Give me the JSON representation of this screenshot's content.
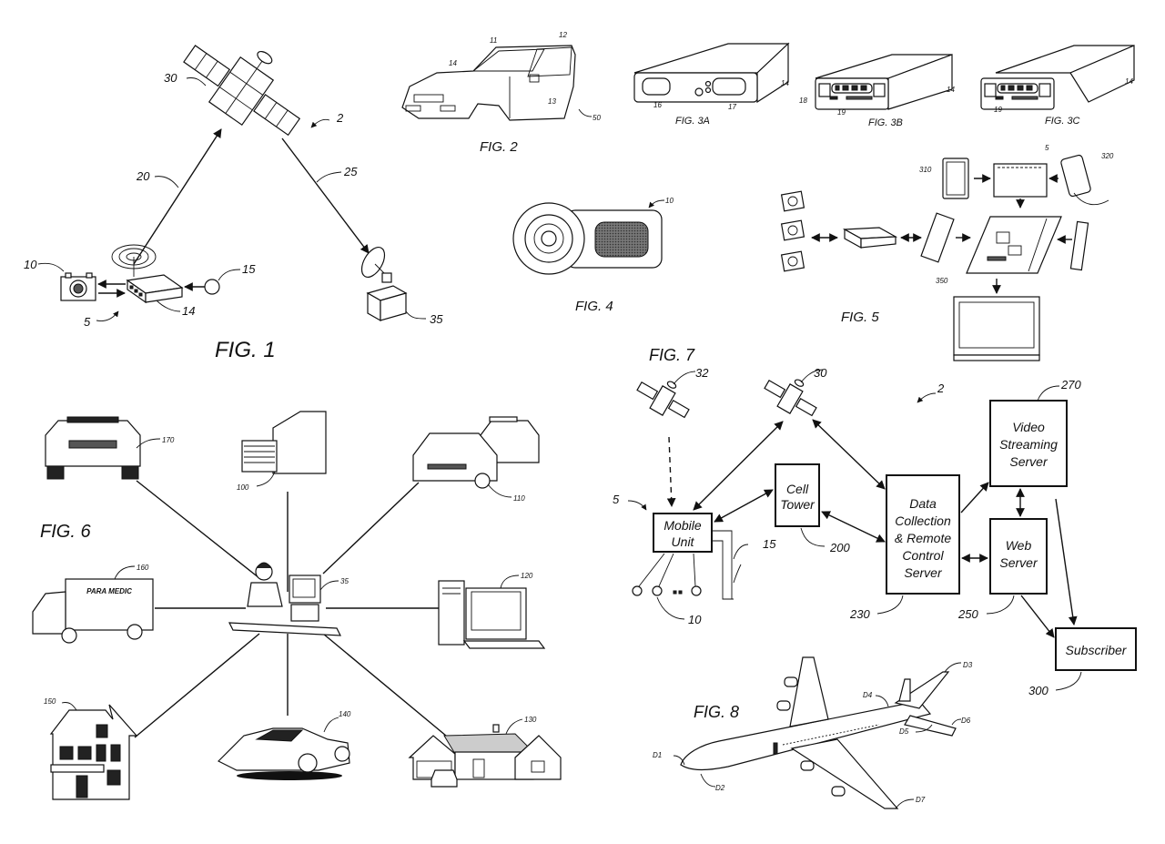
{
  "sheet": {
    "fig1": {
      "title": "FIG. 1",
      "refs": {
        "satellite": "30",
        "system": "2",
        "uplink": "20",
        "downlink": "25",
        "camera": "10",
        "sensor": "15",
        "mobile_unit": "5",
        "transceiver": "14",
        "ground_station": "35"
      }
    },
    "fig2": {
      "title": "FIG. 2",
      "refs": {
        "r11": "11",
        "r12": "12",
        "r14": "14",
        "r13": "13",
        "r50": "50"
      }
    },
    "fig3a": {
      "title": "FIG. 3A",
      "refs": {
        "r14": "14",
        "r16": "16",
        "r17": "17"
      }
    },
    "fig3b": {
      "title": "FIG. 3B",
      "refs": {
        "r14": "14",
        "r18": "18",
        "r19": "19"
      }
    },
    "fig3c": {
      "title": "FIG. 3C",
      "refs": {
        "r14": "14",
        "r19": "19"
      }
    },
    "fig4": {
      "title": "FIG. 4",
      "refs": {
        "r10": "10"
      }
    },
    "fig5": {
      "title": "FIG. 5",
      "refs": {
        "r5": "5",
        "r310": "310",
        "r320": "320",
        "r350": "350"
      }
    },
    "fig6": {
      "title": "FIG. 6",
      "refs": {
        "police_car": "170",
        "building": "100",
        "taxis": "110",
        "ambulance": "160",
        "operator": "35",
        "computer": "120",
        "house_left": "150",
        "sports_car": "140",
        "house_right": "130"
      },
      "ambulance_text": "PARA MEDIC"
    },
    "fig7": {
      "title": "FIG. 7",
      "refs": {
        "sat32": "32",
        "sat30": "30",
        "system": "2",
        "r270": "270",
        "r5": "5",
        "r15": "15",
        "r200": "200",
        "r230": "230",
        "r250": "250",
        "r10": "10",
        "r300": "300"
      },
      "boxes": {
        "mobile_unit": [
          "Mobile",
          "Unit"
        ],
        "cell_tower": [
          "Cell",
          "Tower"
        ],
        "data_collection": [
          "Data",
          "Collection",
          "& Remote",
          "Control",
          "Server"
        ],
        "video_streaming": [
          "Video",
          "Streaming",
          "Server"
        ],
        "web_server": [
          "Web",
          "Server"
        ],
        "subscriber": [
          "Subscriber"
        ]
      }
    },
    "fig8": {
      "title": "FIG. 8",
      "refs": {
        "d1": "D1",
        "d2": "D2",
        "d3": "D3",
        "d4": "D4",
        "d5": "D5",
        "d6": "D6",
        "d7": "D7"
      }
    }
  }
}
